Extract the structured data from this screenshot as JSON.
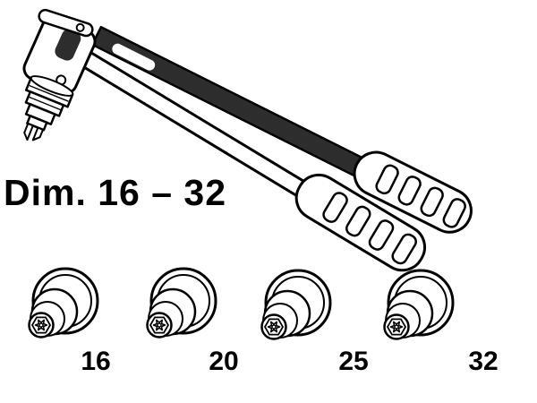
{
  "colors": {
    "background": "#ffffff",
    "line": "#000000",
    "dark_arm_fill": "#2d2d2d"
  },
  "diagram": {
    "dimension_label": "Dim. 16 – 32",
    "dies": [
      {
        "size_label": "16"
      },
      {
        "size_label": "20"
      },
      {
        "size_label": "25"
      },
      {
        "size_label": "32"
      }
    ]
  }
}
